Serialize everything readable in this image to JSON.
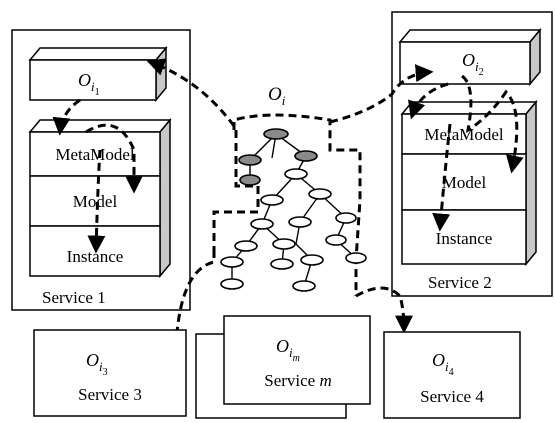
{
  "central": {
    "label": "O",
    "sub": "i"
  },
  "service1": {
    "label": "Service 1",
    "ontology": {
      "base": "O",
      "sub": "i",
      "subsub": "1"
    },
    "layers": [
      "MetaModel",
      "Model",
      "Instance"
    ]
  },
  "service2": {
    "label": "Service 2",
    "ontology": {
      "base": "O",
      "sub": "i",
      "subsub": "2"
    },
    "layers": [
      "MetaModel",
      "Model",
      "Instance"
    ]
  },
  "service3": {
    "label": "Service 3",
    "ontology": {
      "base": "O",
      "sub": "i",
      "subsub": "3"
    }
  },
  "servicem": {
    "label_prefix": "Service ",
    "label_var": "m",
    "ontology": {
      "base": "O",
      "sub": "i",
      "subsub": "m"
    }
  },
  "service4": {
    "label": "Service 4",
    "ontology": {
      "base": "O",
      "sub": "i",
      "subsub": "4"
    }
  },
  "colors": {
    "node_gray": "#8a8a8a",
    "node_white": "#ffffff",
    "cube_shade": "#c8c8c8"
  }
}
